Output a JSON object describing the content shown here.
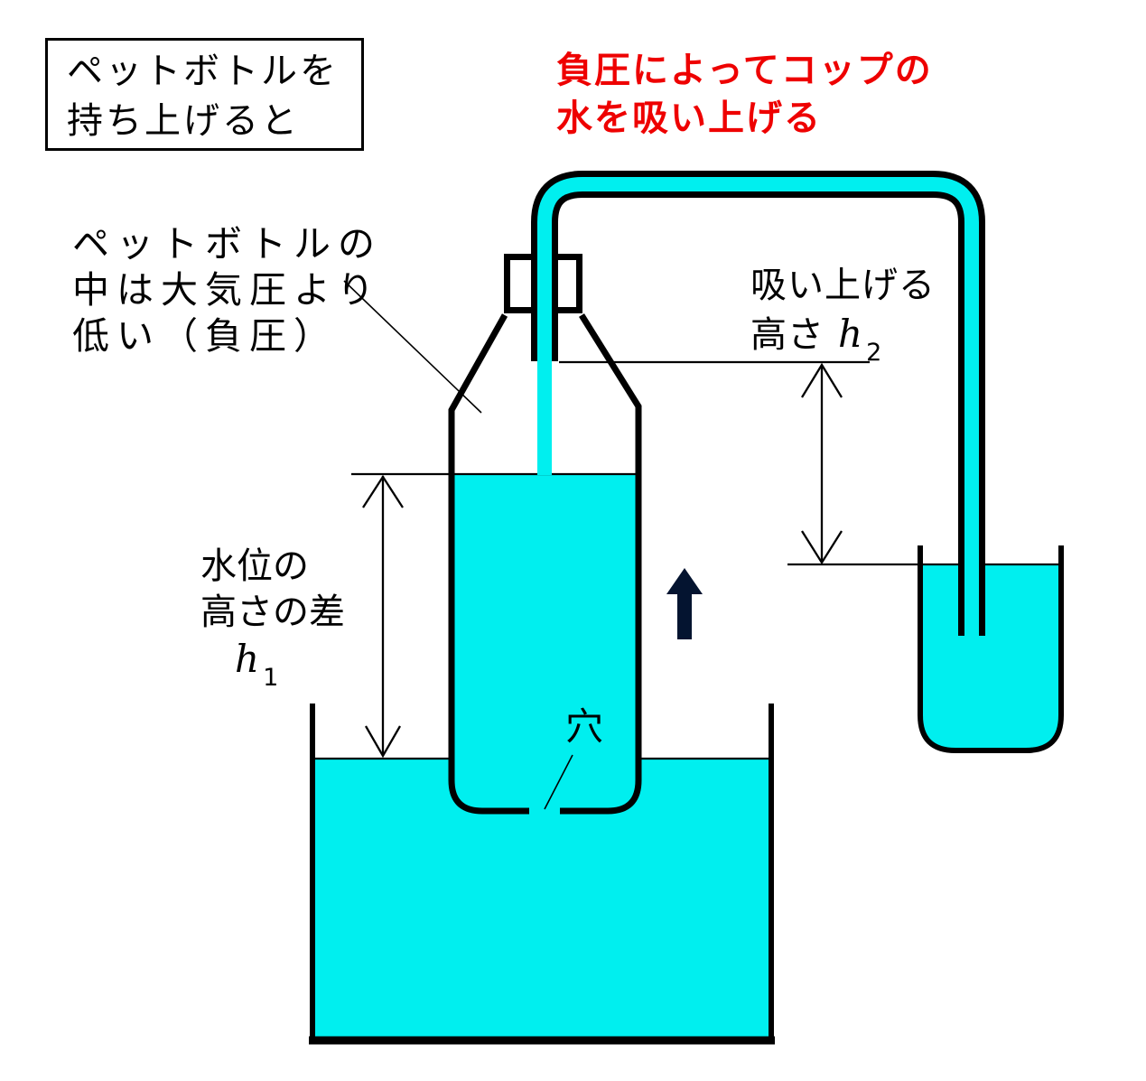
{
  "title_box": {
    "line1": "ペットボトルを",
    "line2": "持ち上げると"
  },
  "red_note": {
    "line1": "負圧によってコップの",
    "line2": "水を吸い上げる"
  },
  "bottle_note": {
    "line1": "ペットボトルの",
    "line2": "中は大気圧より",
    "line3": "低い（負圧）"
  },
  "suction_label": {
    "line1": "吸い上げる",
    "line2_prefix": "高さ",
    "symbol": "h",
    "subscript": "2"
  },
  "level_label": {
    "line1": "水位の",
    "line2": "高さの差",
    "symbol": "h",
    "subscript": "1"
  },
  "hole_label": {
    "text": "穴"
  },
  "colors": {
    "background": "#ffffff",
    "water": "#00efef",
    "outline": "#000000",
    "red_text": "#ee0000",
    "lift_arrow": "#041430"
  }
}
